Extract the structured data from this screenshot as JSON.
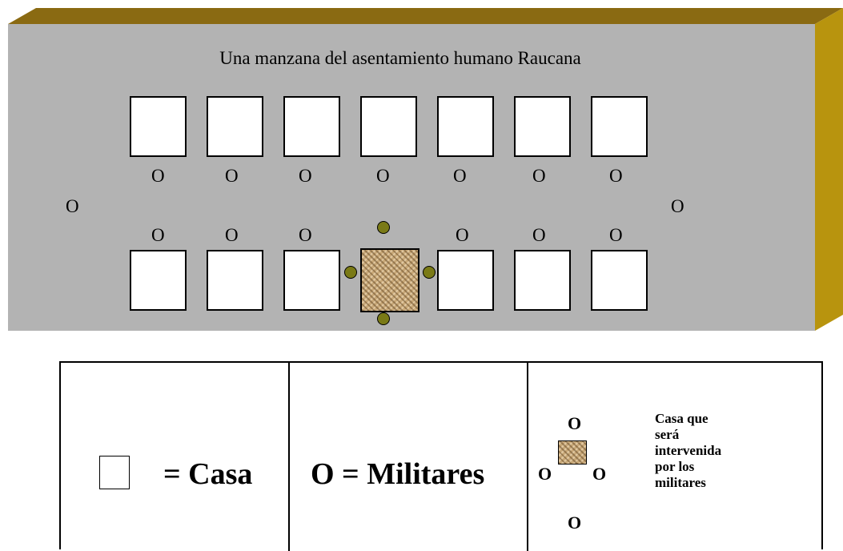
{
  "diagram": {
    "title": "Una manzana del asentamiento humano Raucana",
    "military_symbol": "O",
    "house_rows": {
      "top_count": 7,
      "bottom_count": 7,
      "target_position_bottom": 4
    },
    "soldier_marks_top_row": 7,
    "soldier_marks_bottom_row": 6,
    "surrounding_dots": 4,
    "colors": {
      "board_face": "#b3b3b3",
      "board_top": "#8a6a12",
      "board_side": "#b8940e",
      "dot": "#7a7a16",
      "house": "#ffffff"
    }
  },
  "legend": {
    "casa_label": "= Casa",
    "militares_label": "O = Militares",
    "target_symbol": "O",
    "target_description": [
      "Casa que",
      "será",
      "intervenida",
      "por los",
      "militares"
    ]
  }
}
